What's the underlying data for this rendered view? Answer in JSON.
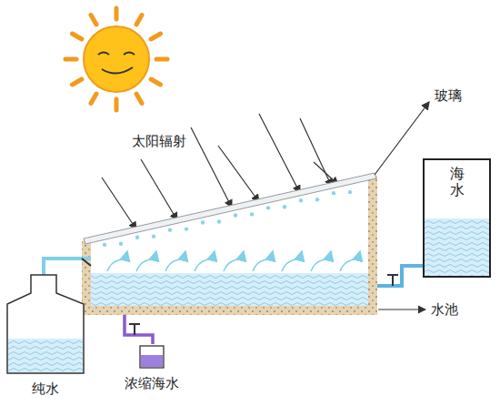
{
  "diagram": {
    "nodes": [
      {
        "text": [
          "海水"
        ]
      }
    ],
    "labels": [
      "太阳辐射",
      "玻璃",
      "水池",
      "纯水",
      "浓缩海水"
    ]
  }
}
